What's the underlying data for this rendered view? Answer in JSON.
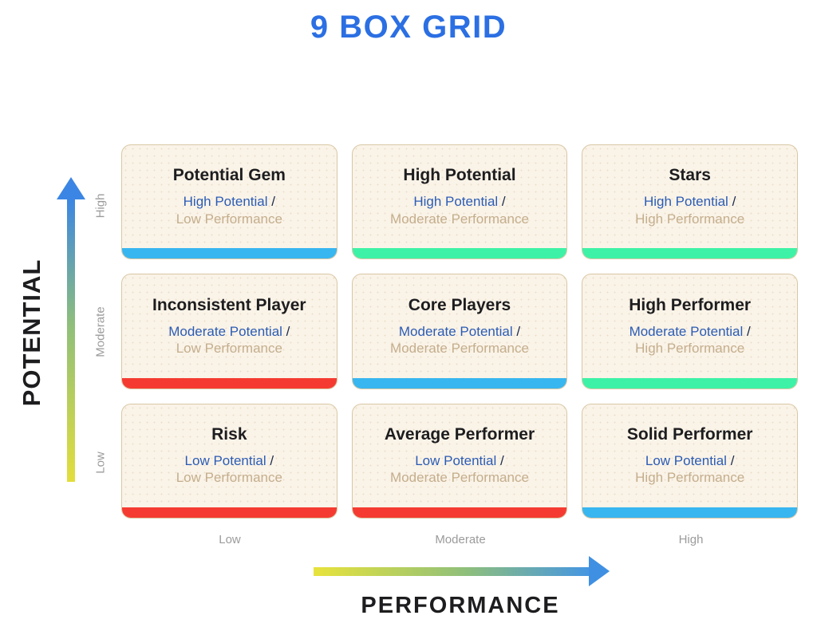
{
  "title": "9 BOX GRID",
  "separator": "/",
  "colors": {
    "title_blue": "#2b6fe3",
    "bar_blue": "#38b6f0",
    "bar_green": "#3df2a6",
    "bar_red": "#f53b31",
    "potential_text_blue": "#2b5cb5",
    "performance_text_tan": "#c4ae8c",
    "axis_gradient_yellow": "#e8e33c",
    "axis_gradient_blue": "#3b86e4",
    "tick_gray": "#9b9b9b",
    "card_background": "#faf3e8",
    "card_border": "#d9c7a4"
  },
  "y_axis": {
    "label": "POTENTIAL",
    "ticks": {
      "high": "High",
      "moderate": "Moderate",
      "low": "Low"
    }
  },
  "x_axis": {
    "label": "PERFORMANCE",
    "ticks": {
      "low": "Low",
      "moderate": "Moderate",
      "high": "High"
    }
  },
  "cells": [
    {
      "title": "Potential Gem",
      "potential": "High Potential",
      "performance": "Low Performance",
      "bar_color": "#38b6f0"
    },
    {
      "title": "High Potential",
      "potential": "High Potential",
      "performance": "Moderate Performance",
      "bar_color": "#3df2a6"
    },
    {
      "title": "Stars",
      "potential": "High Potential",
      "performance": "High Performance",
      "bar_color": "#3df2a6"
    },
    {
      "title": "Inconsistent Player",
      "potential": "Moderate Potential",
      "performance": "Low Performance",
      "bar_color": "#f53b31"
    },
    {
      "title": "Core Players",
      "potential": "Moderate Potential",
      "performance": "Moderate Performance",
      "bar_color": "#38b6f0"
    },
    {
      "title": "High Performer",
      "potential": "Moderate Potential",
      "performance": "High Performance",
      "bar_color": "#3df2a6"
    },
    {
      "title": "Risk",
      "potential": "Low Potential",
      "performance": "Low Performance",
      "bar_color": "#f53b31"
    },
    {
      "title": "Average Performer",
      "potential": "Low Potential",
      "performance": "Moderate Performance",
      "bar_color": "#f53b31"
    },
    {
      "title": "Solid Performer",
      "potential": "Low Potential",
      "performance": "High Performance",
      "bar_color": "#38b6f0"
    }
  ]
}
